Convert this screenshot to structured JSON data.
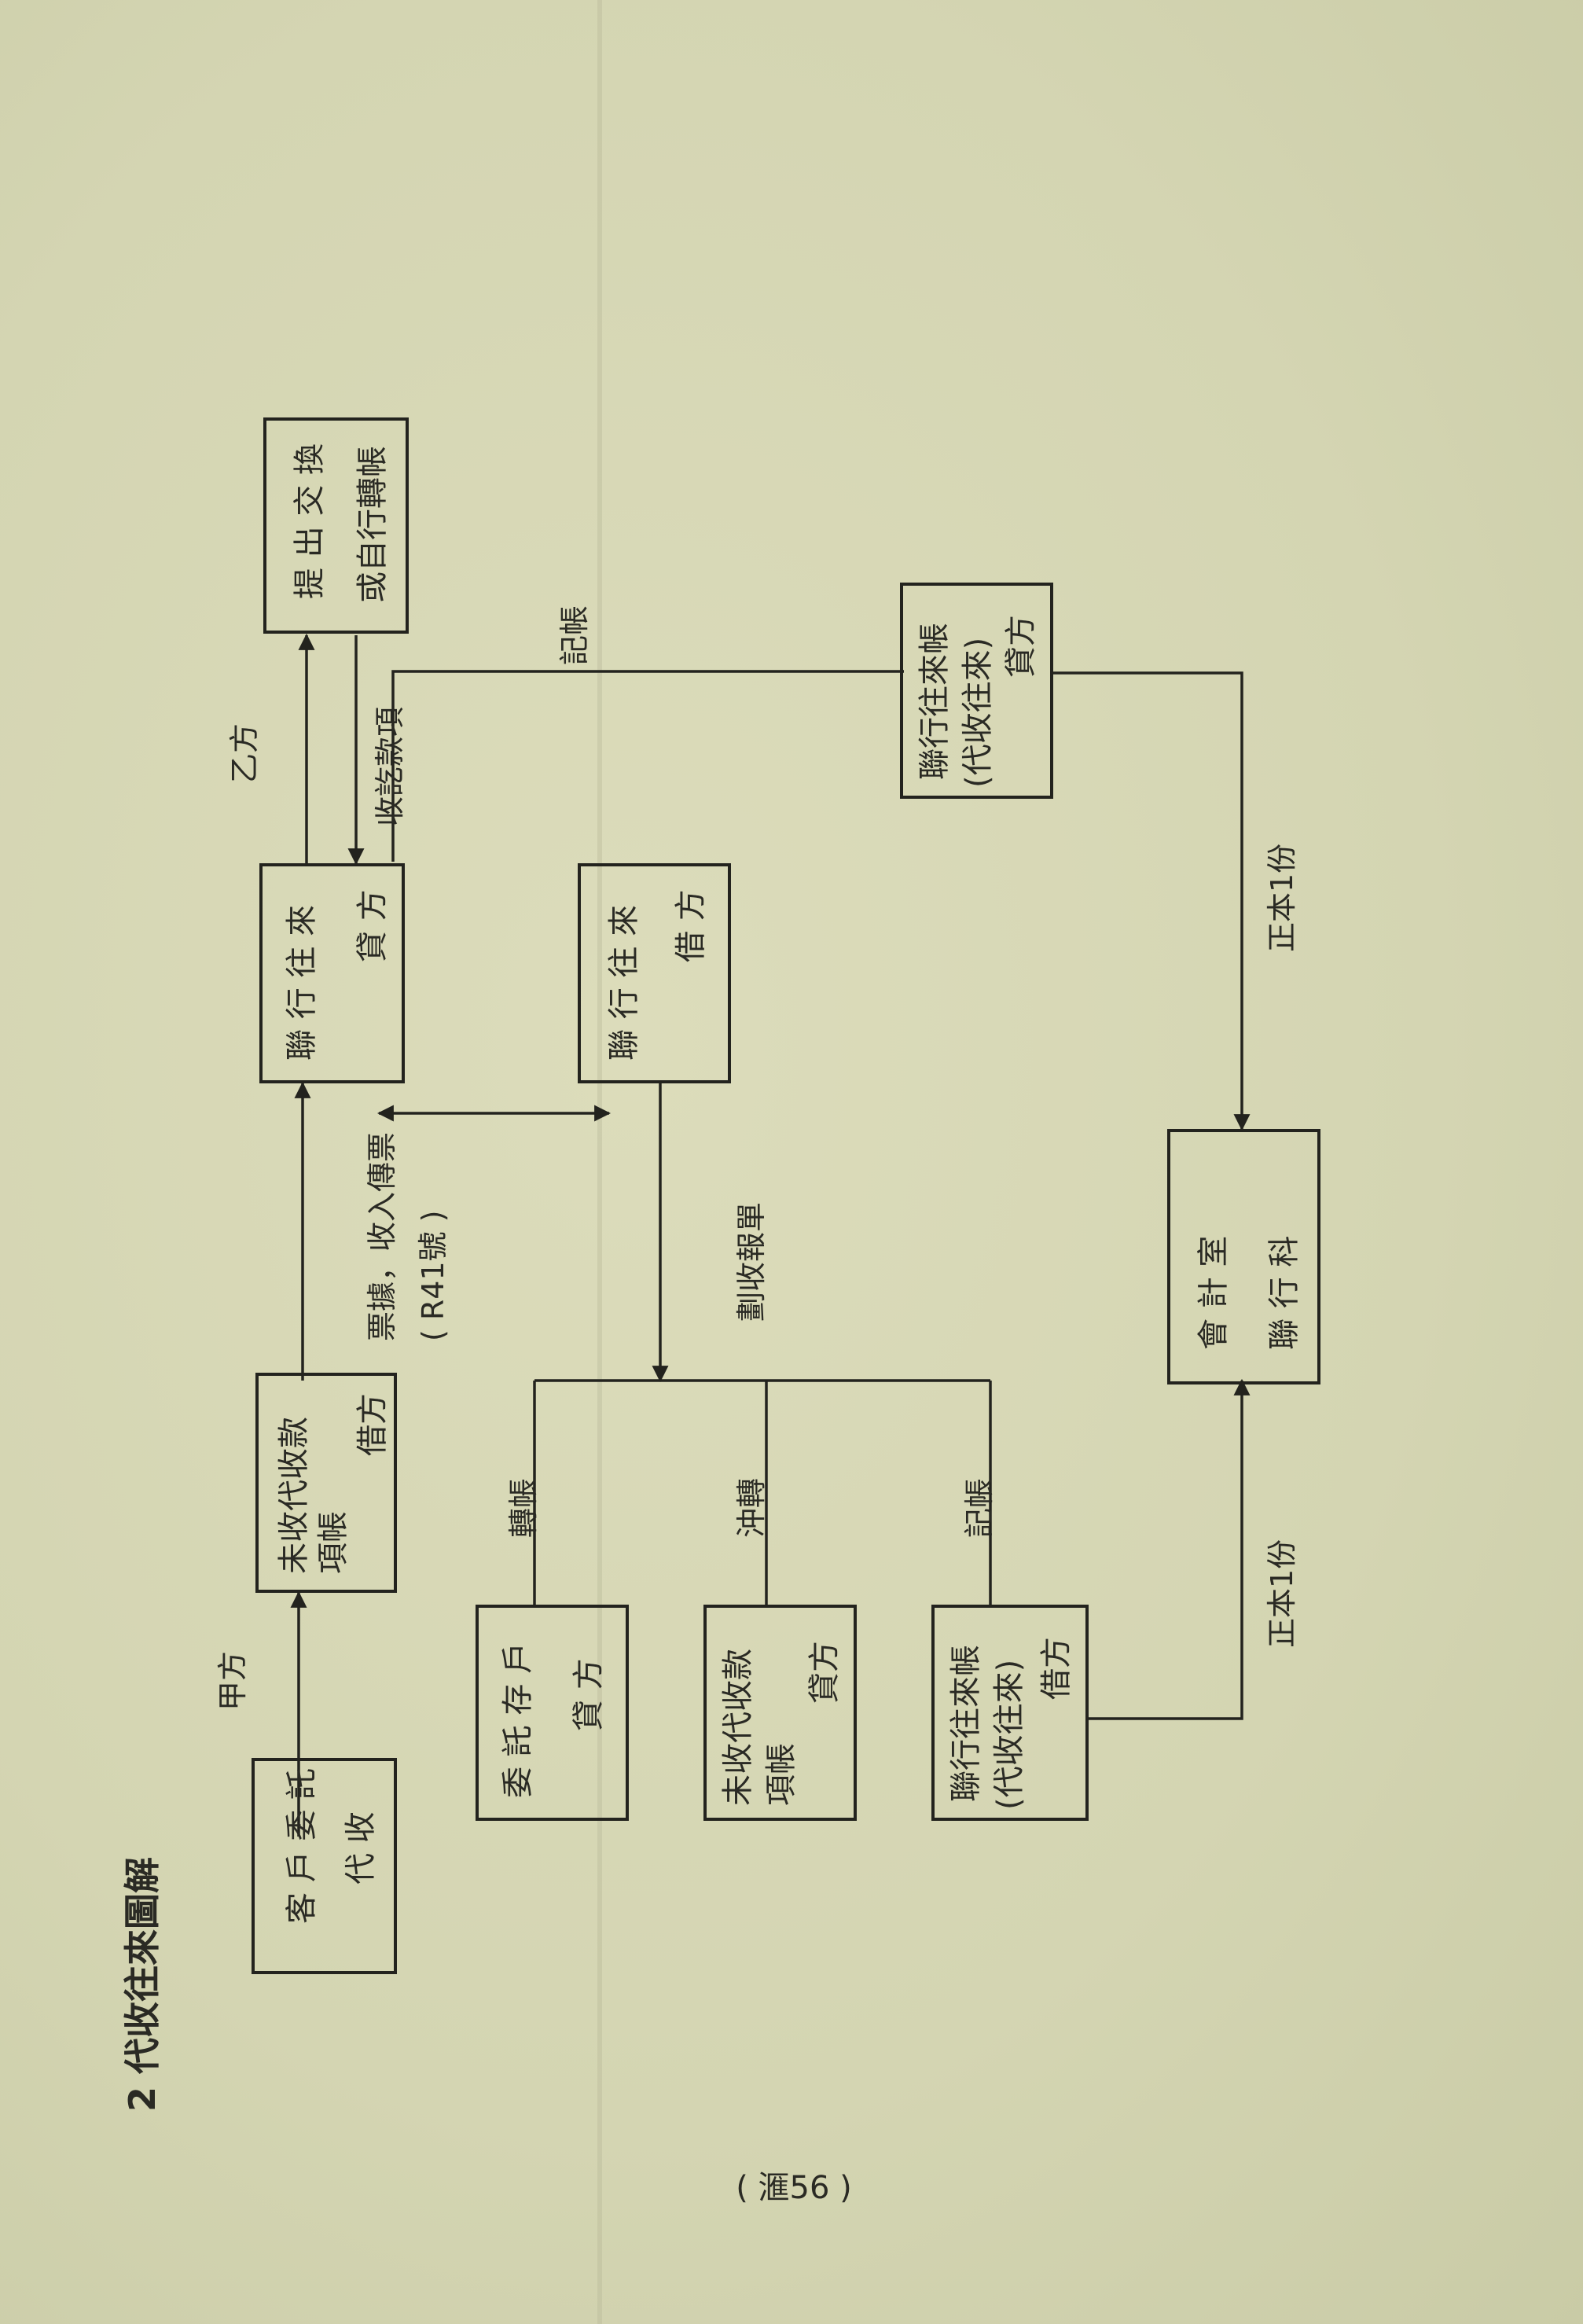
{
  "title": "2 代收往來圖解",
  "page_number": "( 滙56 )",
  "nodes": {
    "customer": {
      "l1": "客 戶 委 託",
      "l2": "代 收"
    },
    "uncollected_debit": {
      "l1": "未收代收款",
      "l2": "項帳",
      "l3": "借方"
    },
    "branch_credit": {
      "l1": "聯 行 往 來",
      "l2": "貸 方"
    },
    "clearing": {
      "l1": "提 出 交 換",
      "l2": "或自行轉帳"
    },
    "branch_debit": {
      "l1": "聯 行 往 來",
      "l2": "借 方"
    },
    "branch_collect_credit": {
      "l1": "聯行往來帳",
      "l2": "(代收往來)",
      "l3": "貸方"
    },
    "deposit_credit": {
      "l1": "委 託 存 戶",
      "l2": "貸 方"
    },
    "uncollected_credit": {
      "l1": "未收代收款",
      "l2": "項帳",
      "l3": "貸方"
    },
    "branch_collect_debit": {
      "l1": "聯行往來帳",
      "l2": "(代收往來)",
      "l3": "借方"
    },
    "accounting": {
      "l1": "會 計 室",
      "l2": "聯 行 科"
    }
  },
  "labels": {
    "jia": "甲方",
    "yi": "乙方",
    "receipt_1": "票據，收入傳票",
    "receipt_2": "( R41號 )",
    "collected_item": "收訖款項",
    "post_top": "記帳",
    "collection_report": "劃收報單",
    "transfer": "轉帳",
    "reverse": "沖轉",
    "post_bottom": "記帳",
    "original_top": "正本1份",
    "original_bottom": "正本1份"
  }
}
